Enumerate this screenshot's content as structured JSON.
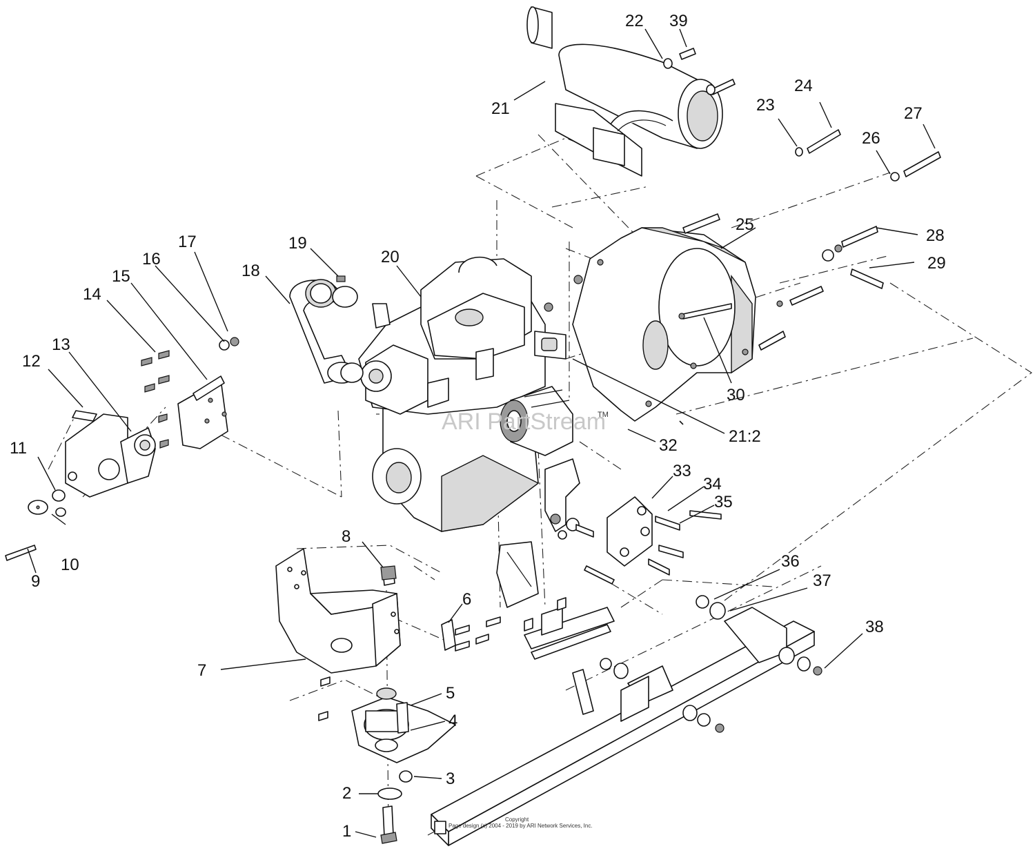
{
  "callouts": [
    "1",
    "2",
    "3",
    "4",
    "5",
    "6",
    "7",
    "8",
    "9",
    "10",
    "11",
    "12",
    "13",
    "14",
    "15",
    "16",
    "17",
    "18",
    "19",
    "20",
    "21",
    "21:2",
    "22",
    "23",
    "24",
    "25",
    "26",
    "27",
    "28",
    "29",
    "30",
    "32",
    "33",
    "34",
    "35",
    "36",
    "37",
    "38",
    "39"
  ],
  "watermark": {
    "text": "ARI PartStream",
    "tm": "TM"
  },
  "copyright": {
    "line1": "Copyright",
    "line2": "Page design (c) 2004 - 2019 by ARI Network Services, Inc."
  }
}
